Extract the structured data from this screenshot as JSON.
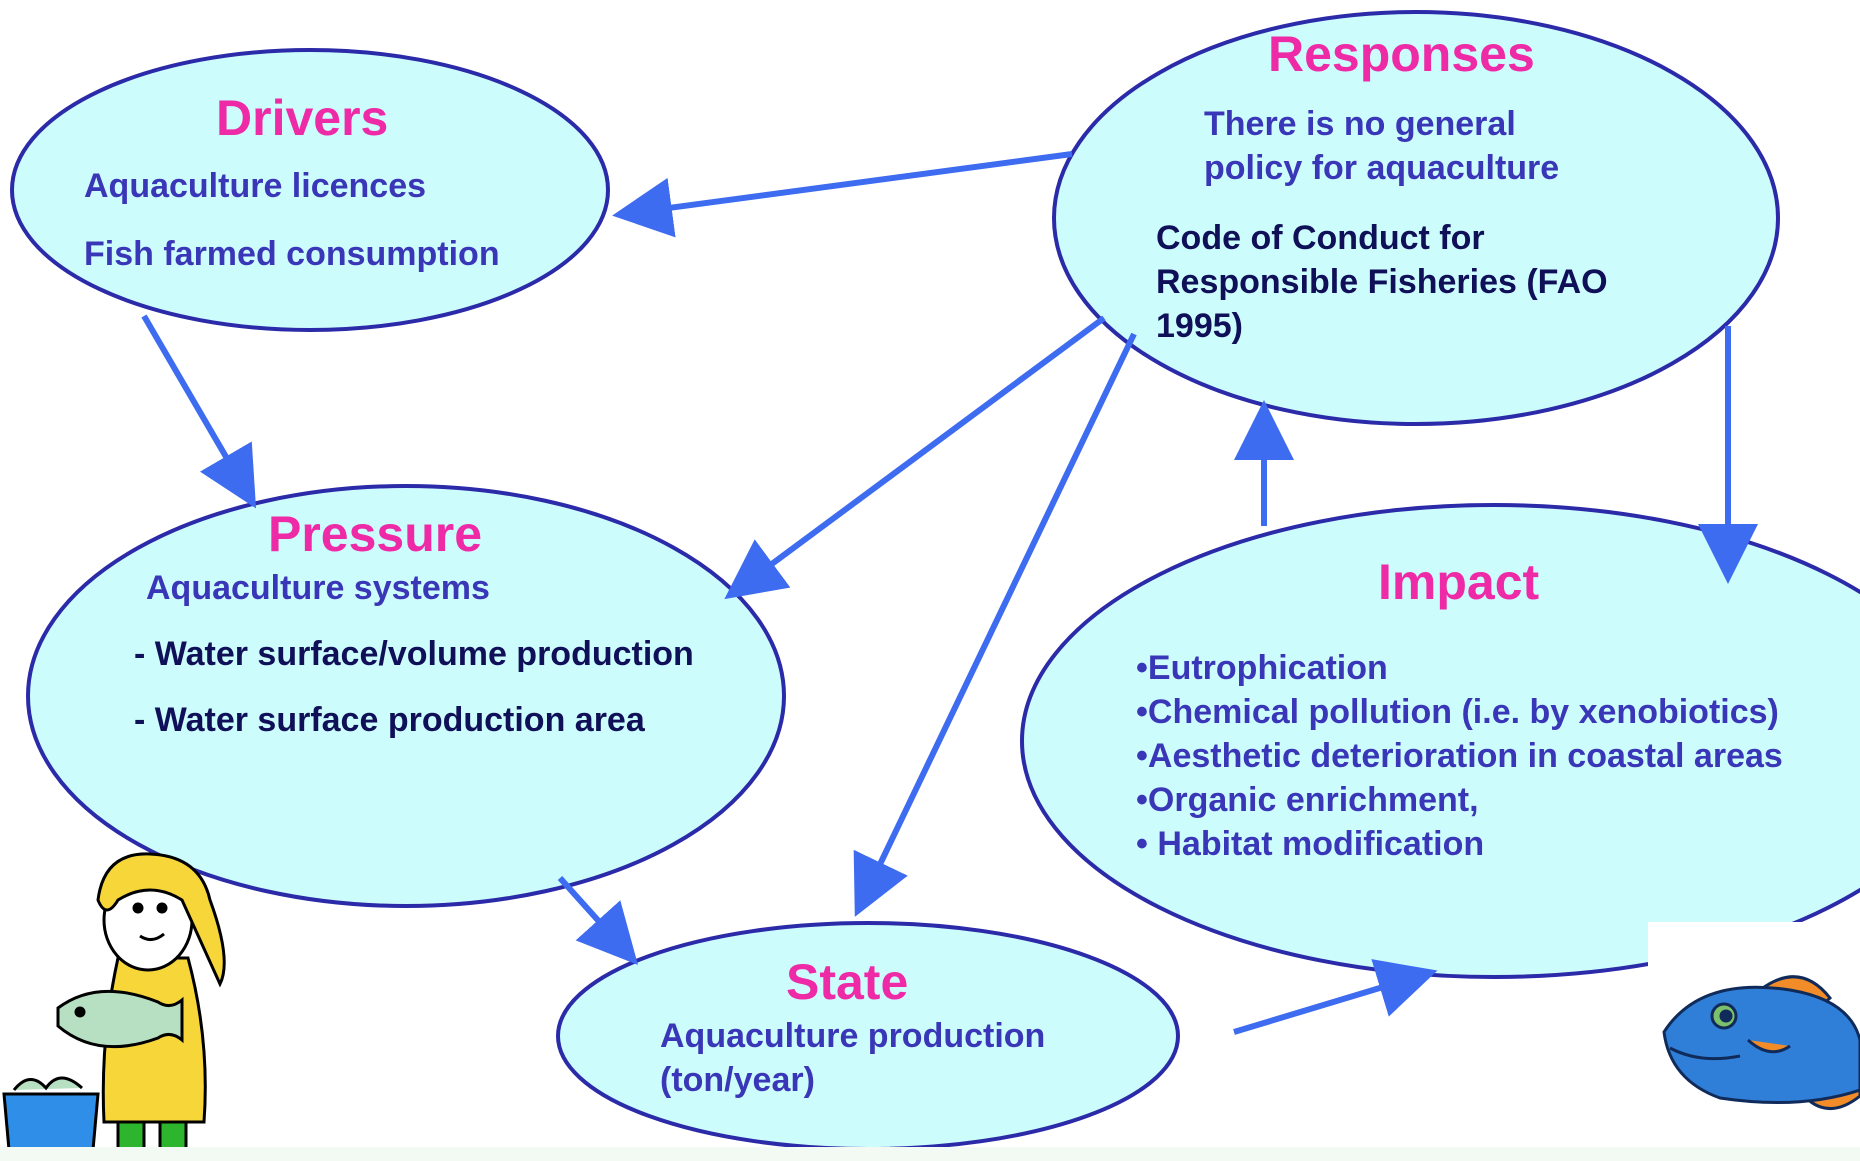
{
  "colors": {
    "ellipse_fill": "#cdfcfd",
    "ellipse_stroke": "#2b2aa8",
    "arrow": "#3e6cf0",
    "title": "#ee2aa7",
    "body_text": "#3a36b8",
    "dark_text": "#101058"
  },
  "drivers": {
    "title": "Drivers",
    "items": [
      "Aquaculture licences",
      "Fish farmed consumption"
    ]
  },
  "responses": {
    "title": "Responses",
    "line1": "There is no general",
    "line2": "policy for aquaculture",
    "code1": "Code of Conduct for",
    "code2": "Responsible Fisheries  (FAO",
    "code3": "1995)"
  },
  "pressure": {
    "title": "Pressure",
    "subtitle": "Aquaculture systems",
    "items": [
      "- Water surface/volume production",
      "- Water surface production area"
    ]
  },
  "impact": {
    "title": "Impact",
    "items": [
      "•Eutrophication",
      "•Chemical pollution (i.e. by xenobiotics)",
      "•Aesthetic deterioration in coastal areas",
      "•Organic enrichment,",
      "• Habitat modification"
    ]
  },
  "state": {
    "title": "State",
    "line1": "Aquaculture production",
    "line2": "(ton/year)"
  },
  "icons": {
    "fisherman": "fisherman-illustration",
    "fish": "fish-illustration"
  }
}
